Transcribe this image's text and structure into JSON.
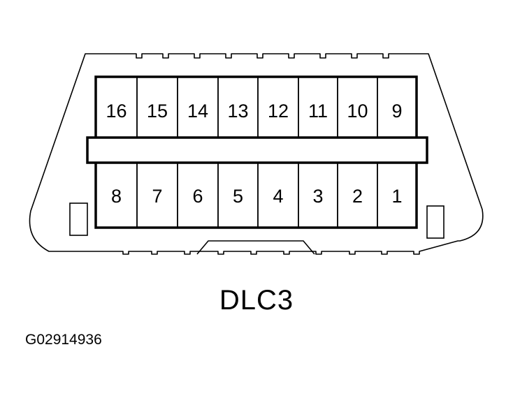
{
  "diagram": {
    "caption": "DLC3",
    "figure_id": "G02914936",
    "top_row_pins": [
      "16",
      "15",
      "14",
      "13",
      "12",
      "11",
      "10",
      "9"
    ],
    "bottom_row_pins": [
      "8",
      "7",
      "6",
      "5",
      "4",
      "3",
      "2",
      "1"
    ],
    "line_color": "#000000",
    "background_color": "#ffffff"
  }
}
